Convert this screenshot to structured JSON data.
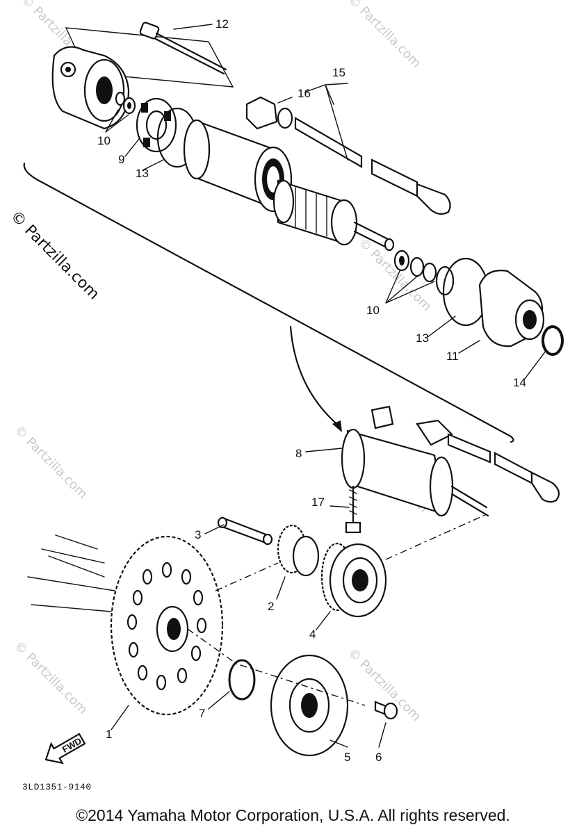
{
  "callouts": {
    "c1": "1",
    "c2": "2",
    "c3": "3",
    "c4": "4",
    "c5": "5",
    "c6": "6",
    "c7": "7",
    "c8": "8",
    "c9": "9",
    "c10a": "10",
    "c10b": "10",
    "c11": "11",
    "c12": "12",
    "c13a": "13",
    "c13b": "13",
    "c14": "14",
    "c15": "15",
    "c16": "16",
    "c17": "17"
  },
  "watermark": "© Partzilla.com",
  "fwd_label": "FWD",
  "ref_code": "3LD1351-9140",
  "copyright": "©2014 Yamaha Motor Corporation, U.S.A. All rights reserved."
}
